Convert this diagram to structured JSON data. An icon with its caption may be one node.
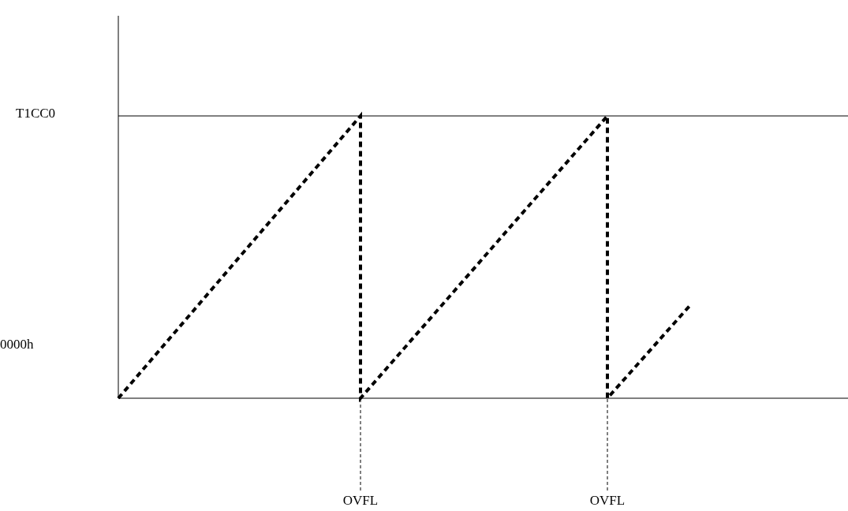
{
  "diagram": {
    "nodes": [
      {
        "text": [
          "OVFL"
        ]
      },
      {
        "text": [
          "OVFL"
        ]
      }
    ],
    "edges": [
      {
        "from": 0,
        "to": null,
        "arrow": "none",
        "style": "dashed"
      },
      {
        "from": 1,
        "to": null,
        "arrow": "none",
        "style": "dashed"
      }
    ],
    "labels": [
      "T1CC0",
      "0000h"
    ]
  }
}
